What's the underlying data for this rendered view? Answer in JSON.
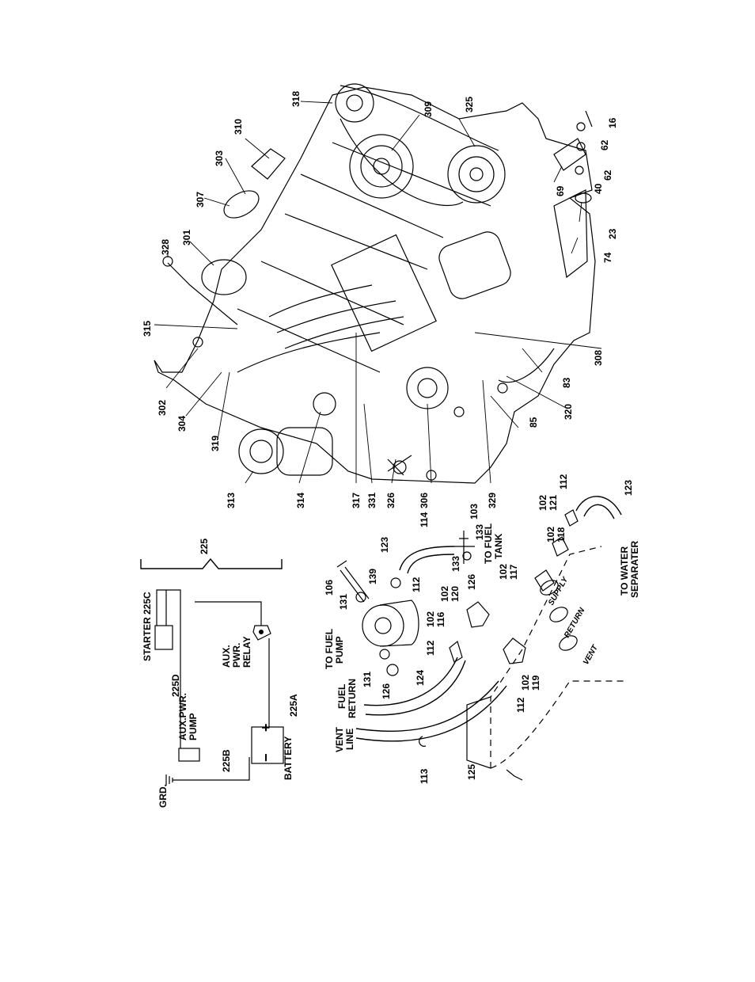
{
  "schematic": {
    "group": "225",
    "starter": "STARTER",
    "starter_ref": "225C",
    "wire_pump": "225D",
    "aux_pump": [
      "AUX.PWR.",
      "PUMP"
    ],
    "aux_relay": [
      "AUX.",
      "PWR.",
      "RELAY"
    ],
    "grd": "GRD.",
    "wire_grd": "225B",
    "battery": "BATTERY",
    "wire_battery": "225A",
    "plus": "+",
    "minus": "−"
  },
  "fuel_labels": {
    "to_fuel_pump": [
      "TO FUEL",
      "PUMP"
    ],
    "to_fuel_tank": [
      "TO FUEL",
      "TANK"
    ],
    "to_water_separater": [
      "TO WATER",
      "SEPARATER"
    ],
    "fuel_return": [
      "FUEL",
      "RETURN"
    ],
    "vent_line": [
      "VENT",
      "LINE"
    ],
    "supply": "SUPPLY",
    "return": "RETURN",
    "vent": "VENT"
  },
  "callouts": {
    "c318": "318",
    "c309": "309",
    "c325": "325",
    "c310": "310",
    "c303": "303",
    "c307": "307",
    "c301": "301",
    "c328": "328",
    "c315": "315",
    "c16": "16",
    "c62a": "62",
    "c62b": "62",
    "c40": "40",
    "c69": "69",
    "c23": "23",
    "c74": "74",
    "c308": "308",
    "c83": "83",
    "c320": "320",
    "c85": "85",
    "c302": "302",
    "c304": "304",
    "c319": "319",
    "c313": "313",
    "c314": "314",
    "c317": "317",
    "c331": "331",
    "c326": "326",
    "c306": "306",
    "c329": "329",
    "c106": "106",
    "c131a": "131",
    "c139": "139",
    "c123a": "123",
    "c112a": "112",
    "c114": "114",
    "c103": "103",
    "c133a": "133",
    "c133b": "133",
    "c126a": "126",
    "c102_120": "102",
    "c120": "120",
    "c102_117": "102",
    "c117": "117",
    "c102_118": "102",
    "c118": "118",
    "c102_121": "102",
    "c121": "121",
    "c112b": "112",
    "c123b": "123",
    "c102_116": "102",
    "c116": "116",
    "c112c": "112",
    "c131b": "131",
    "c126b": "126",
    "c124": "124",
    "c112d": "112",
    "c102_119": "102",
    "c119": "119",
    "c113": "113",
    "c125": "125"
  }
}
